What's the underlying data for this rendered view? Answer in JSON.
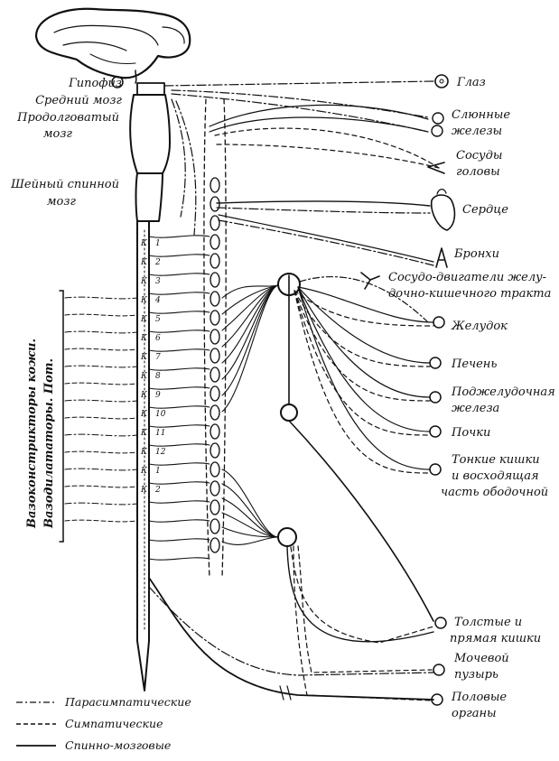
{
  "labels": {
    "gipofiz": "Гипофиз",
    "sredniy_mozg": "Средний мозг",
    "prodolgovaty": "Продолговатый",
    "mozg": "мозг",
    "sheyny": "Шейный спинной",
    "sheyny_mozg": "мозг",
    "glaz": "Глаз",
    "slyunnye_1": "Слюнные",
    "slyunnye_2": "железы",
    "sosudy_1": "Сосуды",
    "sosudy_2": "головы",
    "serdtse": "Сердце",
    "bronkhi": "Бронхи",
    "vaso_1": "Сосудо-двигатели желу-",
    "vaso_2": "дочно-кишечного тракта",
    "zheludok": "Желудок",
    "pechen": "Печень",
    "podzhel_1": "Поджелудочная",
    "podzhel_2": "железа",
    "pochki": "Почки",
    "tonkie_1": "Тонкие кишки",
    "tonkie_2": "и восходящая",
    "tonkie_3": "часть ободочной",
    "tolstye_1": "Толстые и",
    "tolstye_2": "прямая кишки",
    "mochevoy_1": "Мочевой",
    "mochevoy_2": "пузырь",
    "polovye_1": "Половые",
    "polovye_2": "органы",
    "vaso_skin": "Вазоконстрикторы кожи.",
    "vaso_dil": "Вазодилататоры. Пот."
  },
  "segment_numbers": [
    "1",
    "2",
    "3",
    "4",
    "5",
    "6",
    "7",
    "8",
    "9",
    "10",
    "11",
    "12",
    "1",
    "2"
  ],
  "segment_letter": "К",
  "legend": [
    {
      "label": "Парасимпатические",
      "style": "dash-dot"
    },
    {
      "label": "Симпатические",
      "style": "dashed"
    },
    {
      "label": "Спинно-мозговые",
      "style": "solid"
    }
  ],
  "colors": {
    "ink": "#111111",
    "paper": "#ffffff"
  }
}
